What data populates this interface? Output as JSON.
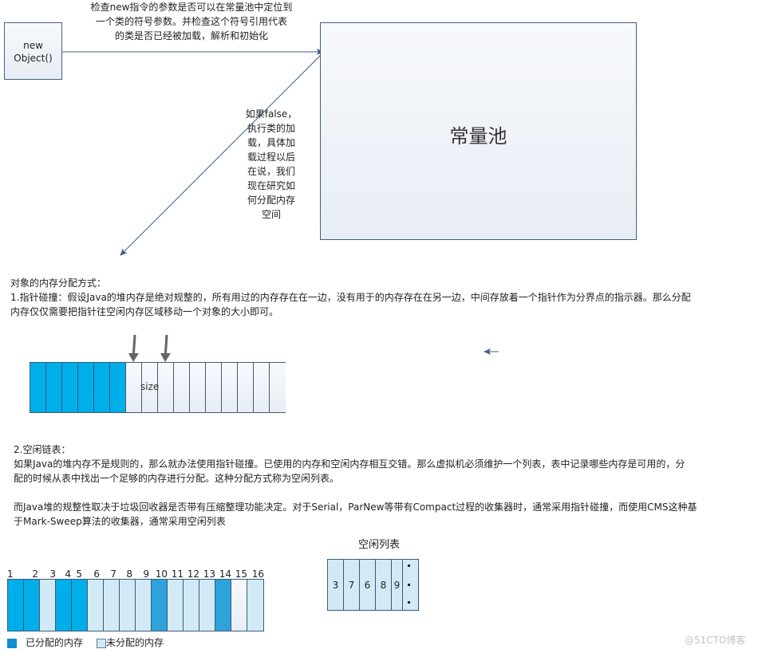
{
  "top_diagram": {
    "new_object_box": {
      "line1": "new",
      "line2": "Object()"
    },
    "check_annotation": [
      "检查new指令的参数是否可以在常量池中定位到",
      "一个类的符号参数。并检查这个符号引用代表",
      "的类是否已经被加载，解析和初始化"
    ],
    "constant_pool_label": "常量池",
    "false_annotation": [
      "如果false，",
      "执行类的加",
      "载，具体加",
      "载过程以后",
      "在说，我们",
      "现在研究如",
      "何分配内存",
      "空间"
    ]
  },
  "allocation_text": {
    "heading": "对象的内存分配方式：",
    "bump_pointer": [
      "1.指针碰撞：假设Java的堆内存是绝对规整的，所有用过的内存存在在一边，没有用于的内存存在在另一边，中间存放着一个指针作为分界点的指示器。那么分配",
      "内存仅仅需要把指针往空闲内存区域移动一个对象的大小即可。"
    ]
  },
  "bump_diagram": {
    "total_cells": 16,
    "used_cells": 6,
    "size_label": "size",
    "used_color": "#00aeea",
    "free_color": "#eef3fa"
  },
  "free_list_text": {
    "heading": "2.空闲链表：",
    "para1": [
      "如果Java的堆内存不是规则的，那么就办法使用指针碰撞。已使用的内存和空闲内存相互交错。那么虚拟机必须维护一个列表，表中记录哪些内存是可用的，分",
      "配的时候从表中找出一个足够的内存进行分配。这种分配方式称为空闲列表。"
    ],
    "para2": [
      "而Java堆的规整性取决于垃圾回收器是否带有压缩整理功能决定。对于Serial，ParNew等带有Compact过程的收集器时，通常采用指针碰撞，而使用CMS这种基",
      "于Mark-Sweep算法的收集器，通常采用空闲列表"
    ]
  },
  "memory_blocks": {
    "numbers": [
      "1",
      "2",
      "3",
      "4",
      "5",
      "6",
      "7",
      "8",
      "9",
      "10",
      "11",
      "12",
      "13",
      "14",
      "15",
      "16"
    ],
    "states": [
      "used",
      "used",
      "free",
      "used",
      "used",
      "free",
      "free",
      "free",
      "free",
      "used2",
      "free",
      "free",
      "free",
      "used2",
      "empty",
      "free"
    ],
    "legend_used": "已分配的内存",
    "legend_free": "未分配的内存",
    "used_color": "#00aeea",
    "used2_color": "#2ea2db",
    "free_color": "#d2eaf6"
  },
  "free_list_table": {
    "title": "空闲列表",
    "entries": [
      "3",
      "7",
      "6",
      "8",
      "9"
    ],
    "ellipsis": "..."
  },
  "watermark": "@51CTO博客"
}
